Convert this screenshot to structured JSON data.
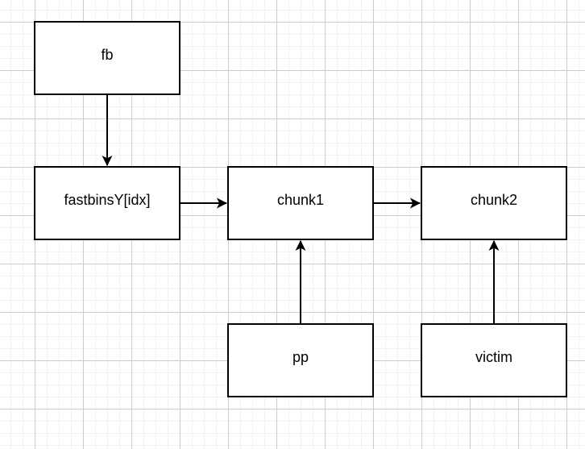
{
  "diagram": {
    "type": "flowchart",
    "description": "fastbin linked-list diagram on a grid canvas",
    "nodes": [
      {
        "id": "fb",
        "label": "fb"
      },
      {
        "id": "fastbinsY",
        "label": "fastbinsY[idx]"
      },
      {
        "id": "chunk1",
        "label": "chunk1"
      },
      {
        "id": "chunk2",
        "label": "chunk2"
      },
      {
        "id": "pp",
        "label": "pp"
      },
      {
        "id": "victim",
        "label": "victim"
      }
    ],
    "edges": [
      {
        "from": "fb",
        "to": "fastbinsY[idx]",
        "direction": "down"
      },
      {
        "from": "fastbinsY[idx]",
        "to": "chunk1",
        "direction": "right"
      },
      {
        "from": "chunk1",
        "to": "chunk2",
        "direction": "right"
      },
      {
        "from": "pp",
        "to": "chunk1",
        "direction": "up"
      },
      {
        "from": "victim",
        "to": "chunk2",
        "direction": "up"
      }
    ],
    "colors": {
      "background": "#ffffff",
      "grid_minor": "#f2f2f2",
      "grid_major": "#cccccc",
      "node_fill": "#ffffff",
      "node_stroke": "#000000",
      "edge_stroke": "#000000",
      "text": "#000000"
    }
  }
}
